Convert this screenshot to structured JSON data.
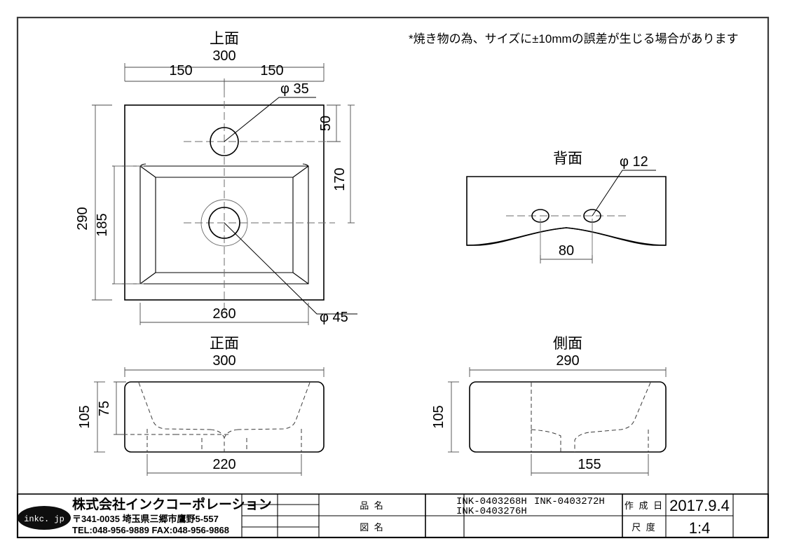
{
  "sheet": {
    "note": "*焼き物の為、サイズに±10mmの誤差が生じる場合があります"
  },
  "views": {
    "top": {
      "title": "上面",
      "overall_width": "300",
      "half_left": "150",
      "half_right": "150",
      "overall_depth": "290",
      "basin_depth": "185",
      "basin_width": "260",
      "faucet_offset": "50",
      "drain_offset": "170",
      "faucet_hole": "φ 35",
      "drain_hole": "φ 45"
    },
    "back": {
      "title": "背面",
      "hole_dia": "φ 12",
      "hole_spacing": "80"
    },
    "front": {
      "title": "正面",
      "overall_width": "300",
      "overall_height": "105",
      "basin_height": "75",
      "basin_width": "220"
    },
    "side": {
      "title": "側面",
      "overall_width": "290",
      "overall_height": "105",
      "basin_width": "155"
    }
  },
  "title_block": {
    "logo_text": "inkc. jp",
    "company": "株式会社インクコーポレーション",
    "address": "〒341-0035 埼玉県三郷市鷹野5-557",
    "contact": "TEL:048-956-9889  FAX:048-956-9868",
    "label_product": "品 名",
    "label_drawing": "図 名",
    "label_date": "作 成 日",
    "label_scale": "尺 度",
    "product_codes_line1": "INK-0403268H",
    "product_codes_line1b": "INK-0403272H",
    "product_codes_line2": "INK-0403276H",
    "drawing_name": "",
    "date": "2017.9.4",
    "scale": "1:4"
  }
}
